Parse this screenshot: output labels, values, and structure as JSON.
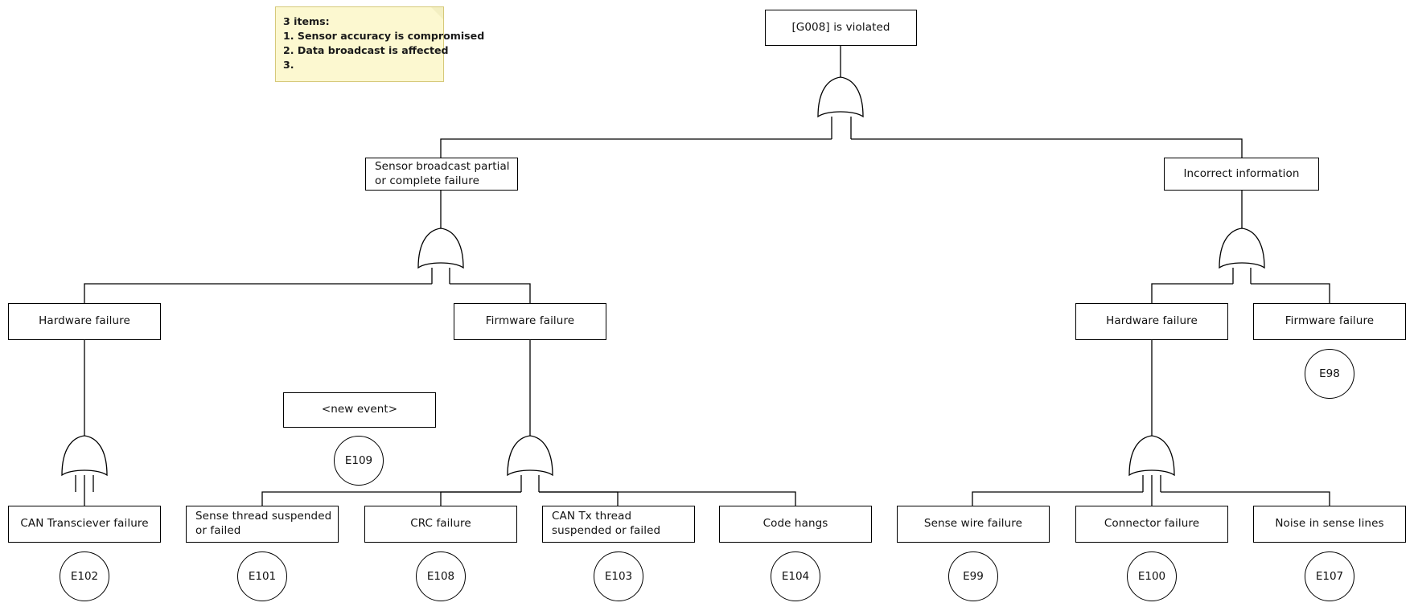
{
  "diagram": {
    "type": "fault-tree",
    "gate_symbol": "OR",
    "colors": {
      "stroke": "#000000",
      "node_fill": "#ffffff",
      "note_fill": "#fcf8d0",
      "note_border": "#d6c97a",
      "text": "#111111"
    }
  },
  "note": {
    "title": "3 items:",
    "lines": [
      "1. Sensor accuracy is compromised",
      "2. Data broadcast is affected",
      "3."
    ]
  },
  "nodes": {
    "top_goal": "[G008] is violated",
    "sensor_broadcast": "Sensor broadcast partial or complete failure",
    "incorrect_information": "Incorrect information",
    "hardware_failure_left": "Hardware failure",
    "firmware_failure_left": "Firmware failure",
    "new_event": "<new event>",
    "hardware_failure_right": "Hardware failure",
    "firmware_failure_right": "Firmware failure",
    "can_transciever_failure": "CAN Transciever failure",
    "sense_thread_suspended": "Sense thread suspended or failed",
    "crc_failure": "CRC failure",
    "can_tx_thread_suspended": "CAN Tx thread suspended or failed",
    "code_hangs": "Code hangs",
    "sense_wire_failure": "Sense wire failure",
    "connector_failure": "Connector failure",
    "noise_in_sense_lines": "Noise in sense lines"
  },
  "events": {
    "new_event_id": "E109",
    "firmware_right_id": "E98",
    "can_transciever_id": "E102",
    "sense_thread_id": "E101",
    "crc_id": "E108",
    "can_tx_id": "E103",
    "code_hangs_id": "E104",
    "sense_wire_id": "E99",
    "connector_id": "E100",
    "noise_id": "E107"
  }
}
